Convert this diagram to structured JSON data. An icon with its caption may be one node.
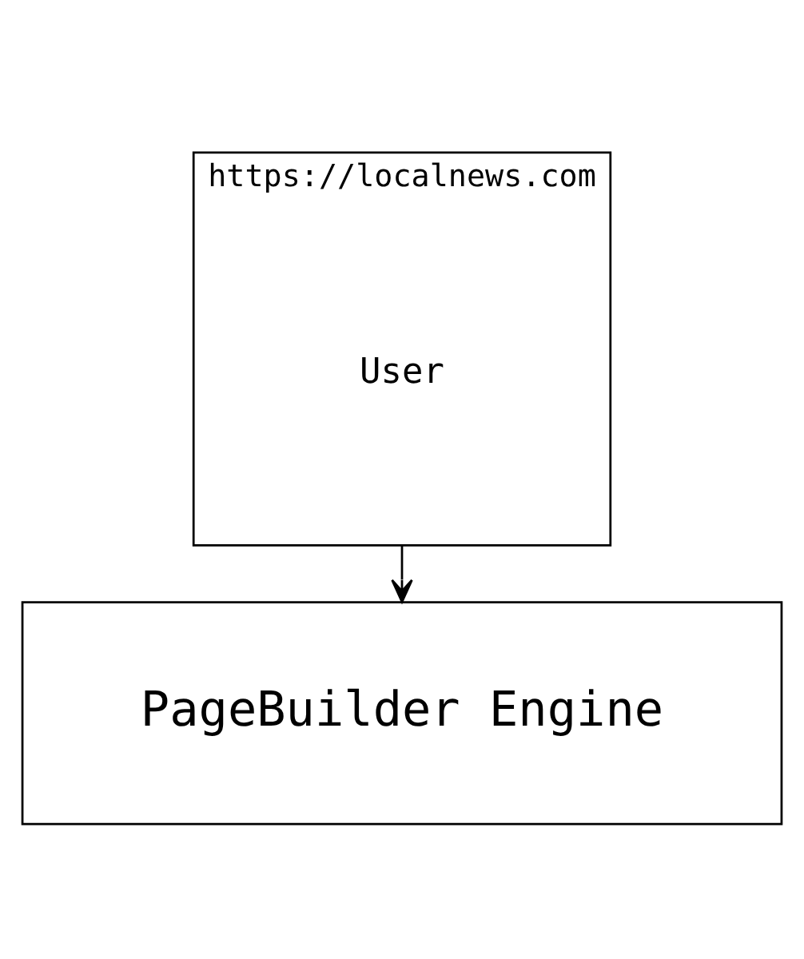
{
  "diagram": {
    "nodes": [
      {
        "text": [
          "https://localnews.com"
        ]
      },
      {
        "text": [
          "User"
        ],
        "in": 0
      },
      {
        "text": [
          "PageBuilder Engine"
        ]
      }
    ],
    "edges": [
      {
        "from": 0,
        "to": 2,
        "arrow": "to"
      }
    ]
  }
}
